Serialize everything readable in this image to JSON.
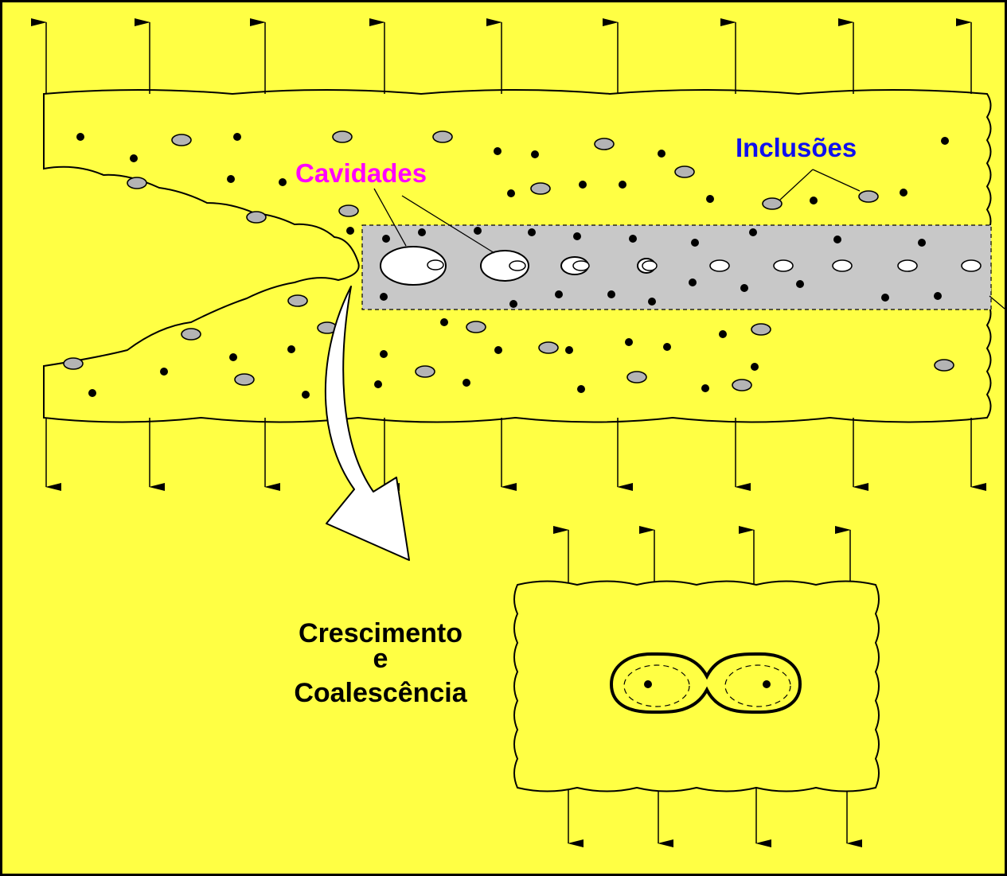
{
  "colors": {
    "background": "#ffff44",
    "cavities_label": "#ff00ff",
    "inclusions_label": "#1010ee",
    "process_zone": "#c8c8c8",
    "inclusion_fill": "#b4b4b4",
    "ink": "#000000"
  },
  "labels": {
    "cavities": "Cavidades",
    "inclusions": "Inclusões",
    "growth_line1": "Crescimento",
    "growth_line2": "e",
    "growth_line3": "Coalescência"
  },
  "icons": {
    "stress_arrow": "arrow-icon",
    "zoom_arrow": "curved-arrow-icon"
  }
}
